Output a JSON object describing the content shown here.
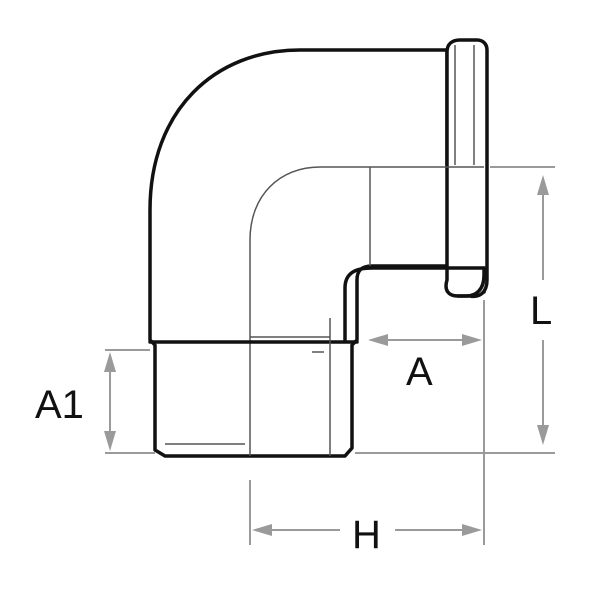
{
  "labels": {
    "A": "A",
    "A1": "A1",
    "L": "L",
    "H": "H"
  },
  "colors": {
    "outline": "#111111",
    "dimension": "#9a9a9a",
    "background": "#ffffff"
  }
}
